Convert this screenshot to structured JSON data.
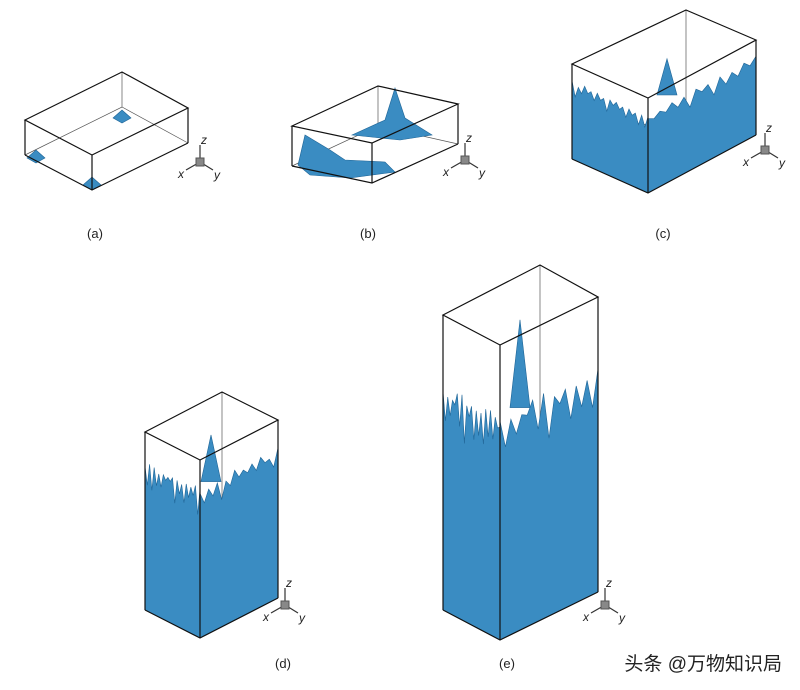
{
  "panels": [
    {
      "id": "a",
      "label": "(a)"
    },
    {
      "id": "b",
      "label": "(b)"
    },
    {
      "id": "c",
      "label": "(c)"
    },
    {
      "id": "d",
      "label": "(d)"
    },
    {
      "id": "e",
      "label": "(e)"
    }
  ],
  "axes": {
    "x": "x",
    "y": "y",
    "z": "z"
  },
  "colors": {
    "dendrite": "#3a8cc2",
    "frame": "#111111"
  },
  "watermark": "头条 @万物知识局"
}
